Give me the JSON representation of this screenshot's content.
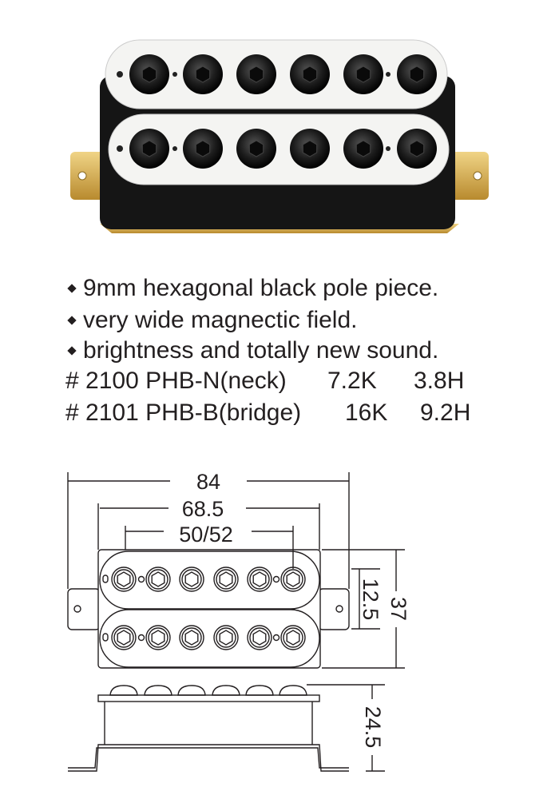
{
  "features": [
    "9mm hexagonal black pole piece.",
    "very wide magnectic field.",
    "brightness and totally new sound."
  ],
  "models": [
    {
      "number": "# 2100",
      "name": "PHB-N(neck)",
      "resistance": "7.2K",
      "inductance": "3.8H"
    },
    {
      "number": "# 2101",
      "name": "PHB-B(bridge)",
      "resistance": "16K",
      "inductance": "9.2H"
    }
  ],
  "dimensions": {
    "overall_length": "84",
    "bobbin_length": "68.5",
    "pole_spacing": "50/52",
    "bobbin_width": "12.5",
    "overall_width": "37",
    "height": "24.5"
  },
  "colors": {
    "cover": "#f4f4f2",
    "pole": "#1a1a1a",
    "body": "#151515",
    "bracket": "#d9b25a",
    "ink": "#231f20"
  }
}
